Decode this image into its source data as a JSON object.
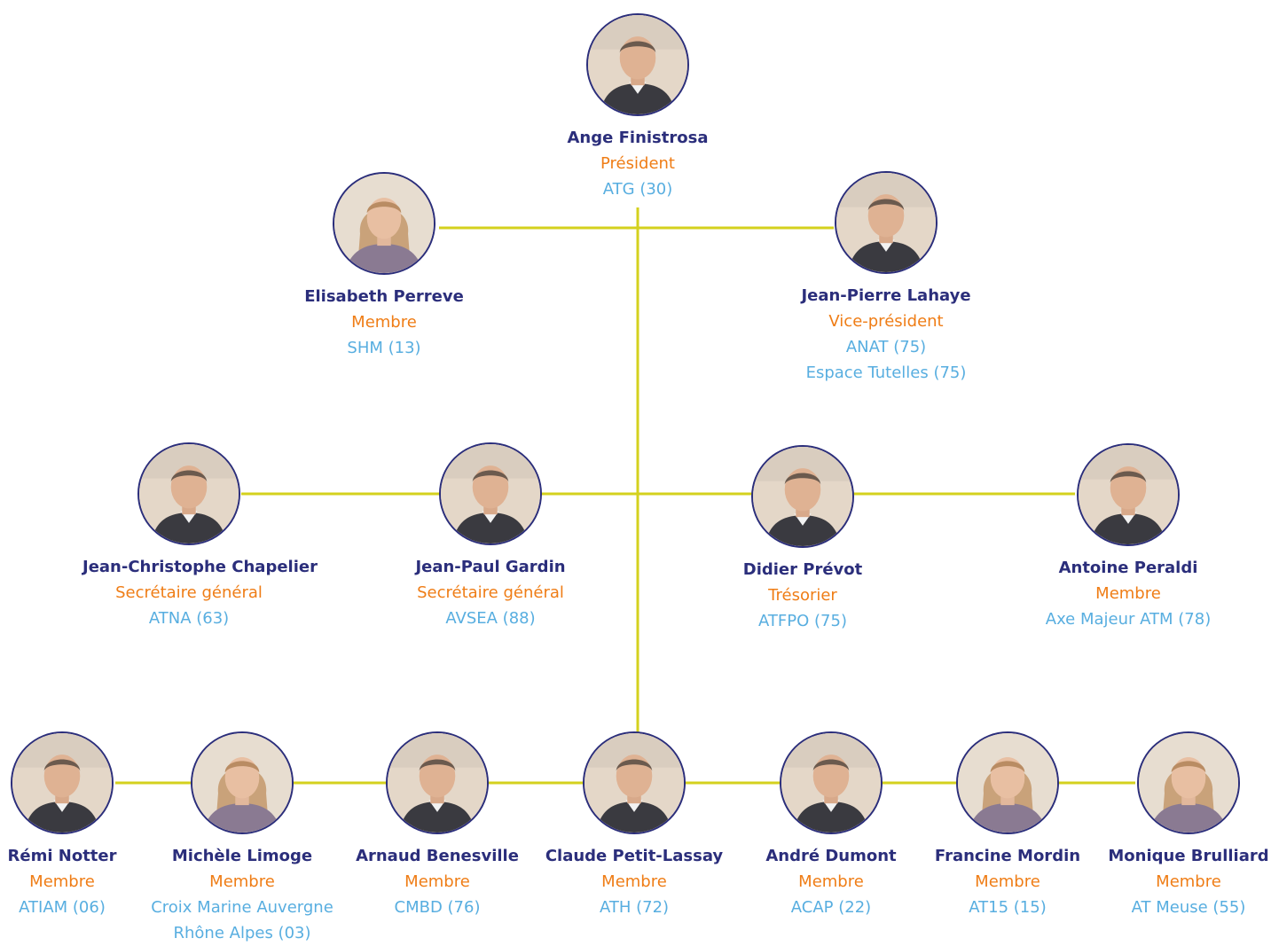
{
  "colors": {
    "name": "#2b2e7b",
    "role": "#ef7d16",
    "org": "#58aee0",
    "connector": "#d4d11e",
    "avatar_border": "#2b2e7b"
  },
  "members": [
    {
      "name": "Ange Finistrosa",
      "role": "Président",
      "orgs": [
        "ATG (30)"
      ],
      "photo": "portrait-man"
    },
    {
      "name": "Elisabeth Perreve",
      "role": "Membre",
      "orgs": [
        "SHM (13)"
      ],
      "photo": "portrait-woman"
    },
    {
      "name": "Jean-Pierre Lahaye",
      "role": "Vice-président",
      "orgs": [
        "ANAT (75)",
        "Espace Tutelles (75)"
      ],
      "photo": "portrait-man"
    },
    {
      "name": "Jean-Christophe Chapelier",
      "role": "Secrétaire général",
      "orgs": [
        "ATNA (63)"
      ],
      "photo": "portrait-man"
    },
    {
      "name": "Jean-Paul Gardin",
      "role": "Secrétaire général",
      "orgs": [
        "AVSEA (88)"
      ],
      "photo": "portrait-man"
    },
    {
      "name": "Didier Prévot",
      "role": "Trésorier",
      "orgs": [
        "ATFPO (75)"
      ],
      "photo": "portrait-man"
    },
    {
      "name": "Antoine Peraldi",
      "role": "Membre",
      "orgs": [
        "Axe Majeur ATM (78)"
      ],
      "photo": "portrait-man"
    },
    {
      "name": "Rémi Notter",
      "role": "Membre",
      "orgs": [
        "ATIAM (06)"
      ],
      "photo": "portrait-man"
    },
    {
      "name": "Michèle Limoge",
      "role": "Membre",
      "orgs": [
        "Croix Marine Auvergne",
        "Rhône Alpes (03)"
      ],
      "photo": "portrait-woman"
    },
    {
      "name": "Arnaud Benesville",
      "role": "Membre",
      "orgs": [
        "CMBD (76)"
      ],
      "photo": "portrait-man"
    },
    {
      "name": "Claude Petit-Lassay",
      "role": "Membre",
      "orgs": [
        "ATH (72)"
      ],
      "photo": "portrait-man"
    },
    {
      "name": "André Dumont",
      "role": "Membre",
      "orgs": [
        "ACAP (22)"
      ],
      "photo": "portrait-man"
    },
    {
      "name": "Francine Mordin",
      "role": "Membre",
      "orgs": [
        "AT15 (15)"
      ],
      "photo": "portrait-woman"
    },
    {
      "name": "Monique Brulliard",
      "role": "Membre",
      "orgs": [
        "AT Meuse (55)"
      ],
      "photo": "portrait-woman"
    }
  ]
}
